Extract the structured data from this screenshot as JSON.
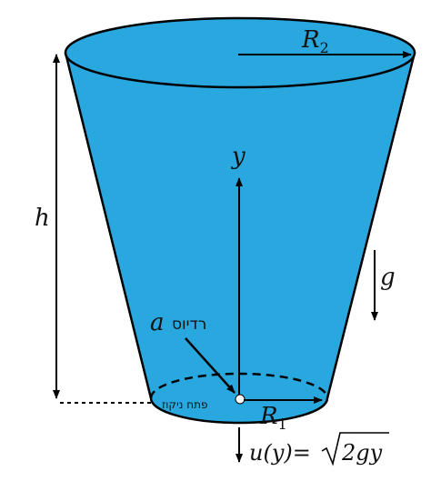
{
  "labels": {
    "R2": "R",
    "R2_sub": "2",
    "R1": "R",
    "R1_sub": "1",
    "y": "y",
    "h": "h",
    "g": "g",
    "a": "a",
    "radius_he": "רדיוס",
    "orifice_he": "פתח ניקוז",
    "velocity_prefix": "u(y)=",
    "velocity_radicand": "2gy"
  },
  "colors": {
    "water": "#29A8E0",
    "outline": "#000000"
  }
}
